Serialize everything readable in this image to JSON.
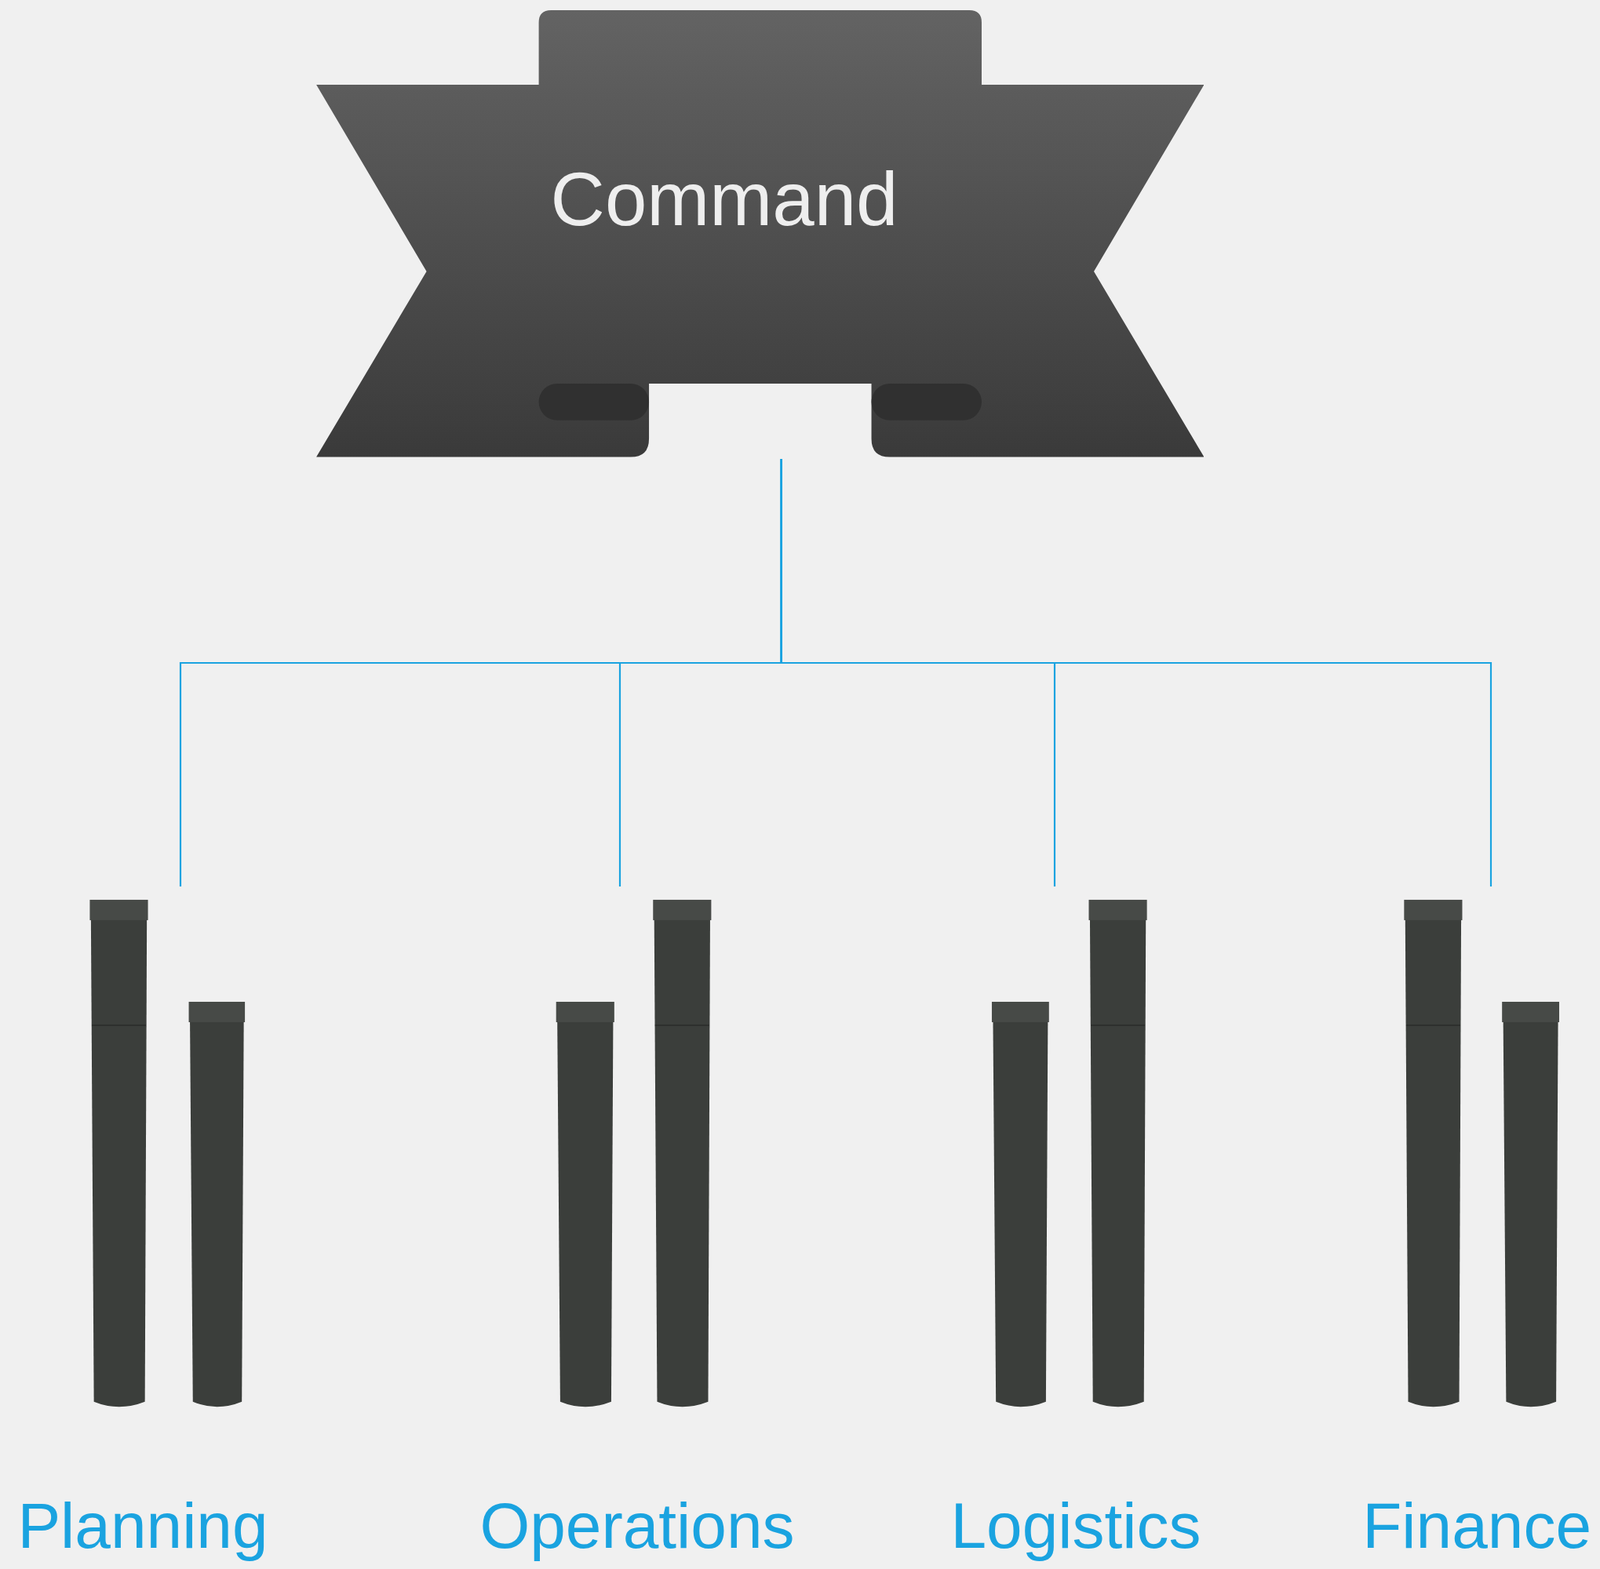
{
  "diagram": {
    "nodes": [
      {
        "text": [
          "Command"
        ]
      },
      {
        "text": [
          "Planning"
        ]
      },
      {
        "text": [
          "Operations"
        ]
      },
      {
        "text": [
          "Logistics"
        ]
      },
      {
        "text": [
          "Finance"
        ]
      }
    ],
    "edges": [
      {
        "from": 0,
        "to": 1,
        "arrow": "none"
      },
      {
        "from": 0,
        "to": 2,
        "arrow": "none"
      },
      {
        "from": 0,
        "to": 3,
        "arrow": "none"
      },
      {
        "from": 0,
        "to": 4,
        "arrow": "none"
      }
    ]
  }
}
